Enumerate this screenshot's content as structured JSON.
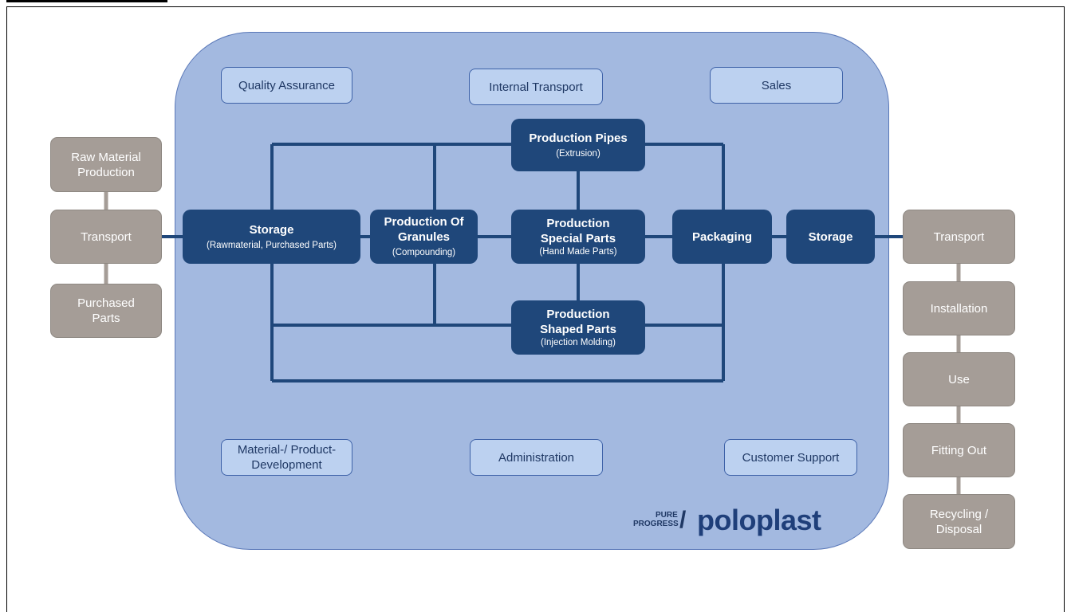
{
  "support_units": {
    "quality_assurance": "Quality Assurance",
    "internal_transport": "Internal Transport",
    "sales": "Sales",
    "material_development_line1": "Material-/ Product-",
    "material_development_line2": "Development",
    "administration": "Administration",
    "customer_support": "Customer Support"
  },
  "process": {
    "storage_in": {
      "title": "Storage",
      "subtitle": "(Rawmaterial,  Purchased Parts)"
    },
    "granules": {
      "title_line1": "Production Of",
      "title_line2": "Granules",
      "subtitle": "(Compounding)"
    },
    "pipes": {
      "title": "Production Pipes",
      "subtitle": "(Extrusion)"
    },
    "special_parts": {
      "title_line1": "Production",
      "title_line2": "Special Parts",
      "subtitle": "(Hand Made Parts)"
    },
    "shaped_parts": {
      "title_line1": "Production",
      "title_line2": "Shaped Parts",
      "subtitle": "(Injection Molding)"
    },
    "packaging": {
      "title": "Packaging"
    },
    "storage_out": {
      "title": "Storage"
    }
  },
  "upstream": {
    "raw_material_line1": "Raw Material",
    "raw_material_line2": "Production",
    "transport": "Transport",
    "purchased_line1": "Purchased",
    "purchased_line2": "Parts"
  },
  "downstream": {
    "transport": "Transport",
    "installation": "Installation",
    "use": "Use",
    "fitting_out": "Fitting Out",
    "recycling_line1": "Recycling /",
    "recycling_line2": "Disposal"
  },
  "logo": {
    "tag_top": "PURE",
    "tag_bottom": "PROGRESS",
    "slash": "/",
    "brand": "poloplast"
  },
  "colors": {
    "main_area": "#a3b9e0",
    "process_box": "#1f477a",
    "support_box": "#bcd1f0",
    "external_box": "#a59d97",
    "connector": "#1f477a"
  }
}
